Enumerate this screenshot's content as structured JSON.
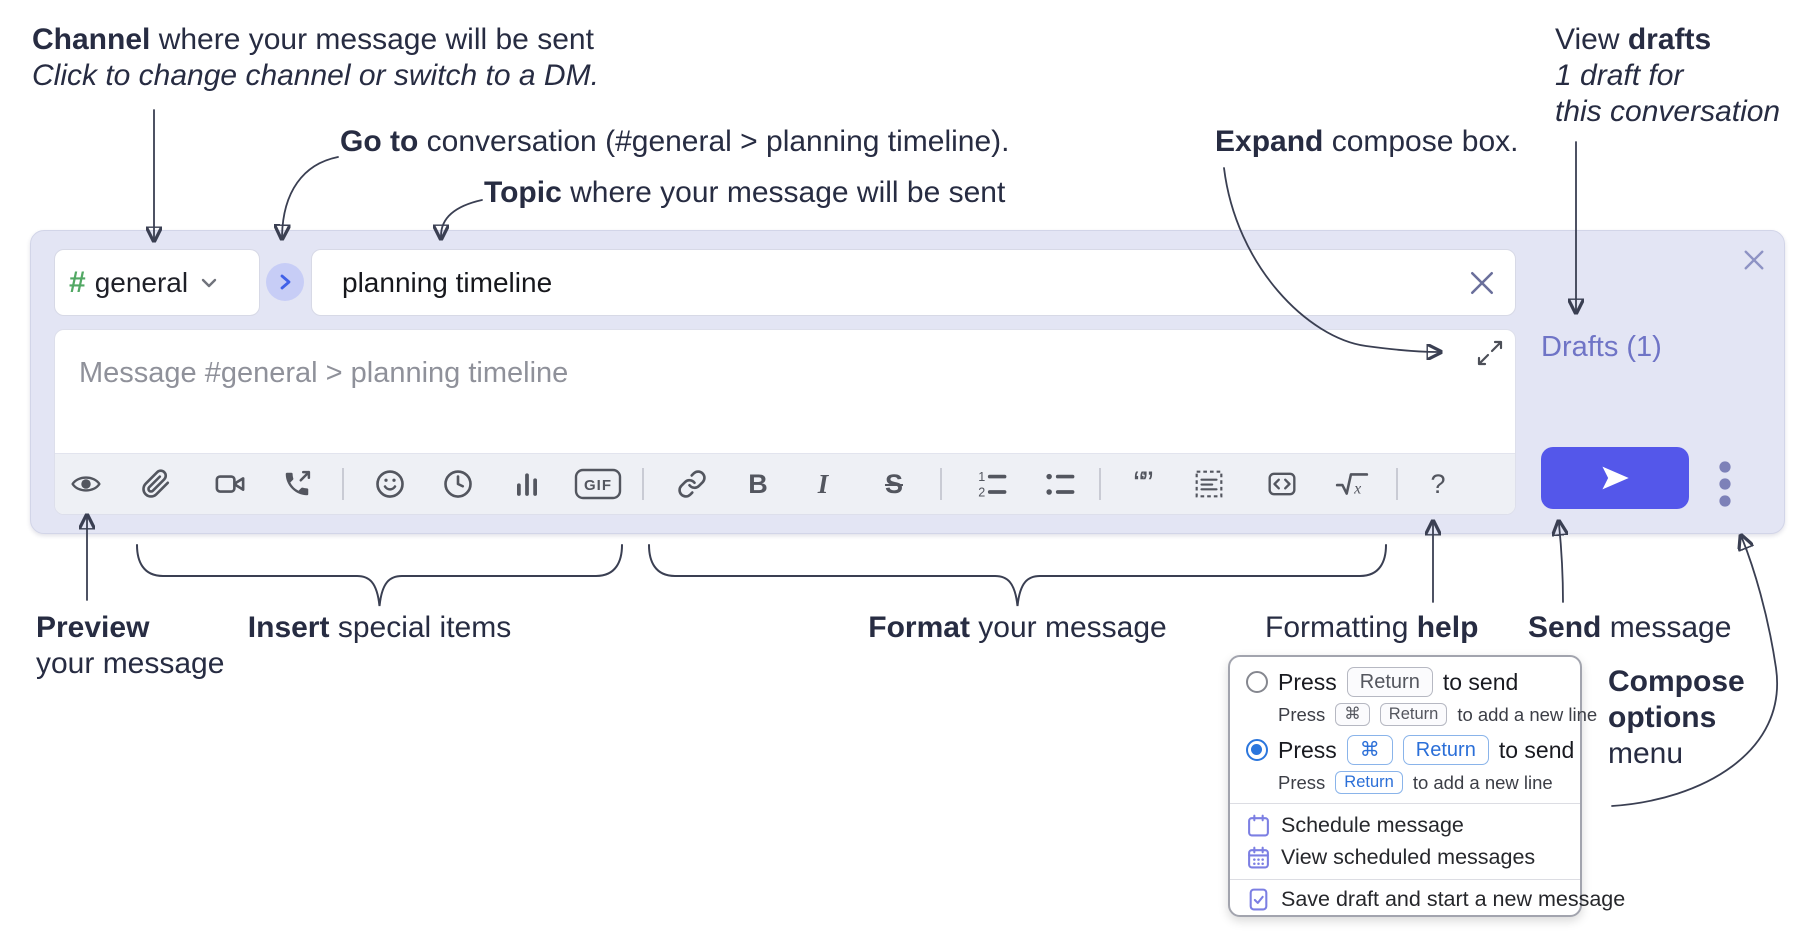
{
  "annotations": {
    "channel": {
      "bold": "Channel",
      "rest": " where your message will be sent",
      "line2": "Click to change channel or switch to a DM."
    },
    "goto": {
      "bold": "Go to",
      "rest": " conversation (#general > planning timeline)."
    },
    "topic": {
      "bold": "Topic",
      "rest": " where your message will be sent"
    },
    "expand": {
      "bold": "Expand",
      "rest": " compose box."
    },
    "view_drafts": {
      "pre": "View ",
      "bold": "drafts",
      "line2": "1 draft for",
      "line3": "this conversation"
    },
    "preview": {
      "bold": "Preview",
      "line2": "your message"
    },
    "insert": {
      "bold": "Insert",
      "rest": " special items"
    },
    "format": {
      "bold": "Format",
      "rest": " your message"
    },
    "formatting_help": {
      "pre": "Formatting ",
      "bold": "help"
    },
    "send": {
      "bold": "Send",
      "rest": " message"
    },
    "compose_options": {
      "line1": "Compose",
      "line2": "options",
      "line3": "menu"
    }
  },
  "composer": {
    "channel_hash": "#",
    "channel_name": "general",
    "topic_value": "planning timeline",
    "message_placeholder": "Message #general > planning timeline",
    "drafts_label": "Drafts (1)"
  },
  "toolbar": {
    "gif_label": "GIF",
    "bold_label": "B",
    "italic_label": "I",
    "strike_label": "S",
    "quote_label": "“”",
    "help_label": "?",
    "icons": [
      "preview-eye",
      "attach-file",
      "record-video-clip",
      "record-audio-clip",
      "emoji",
      "recent",
      "poll",
      "gif",
      "link",
      "bold",
      "italic",
      "strikethrough",
      "ordered-list",
      "bulleted-list",
      "blockquote",
      "code-block",
      "inline-code",
      "formula",
      "formatting-help"
    ]
  },
  "popup": {
    "press": "Press",
    "to_send": "to send",
    "to_new_line": "to add a new line",
    "return_key": "Return",
    "cmd_key": "⌘",
    "items": [
      "Schedule message",
      "View scheduled messages",
      "Save draft and start a new message"
    ]
  },
  "colors": {
    "container_bg": "#e3e5f4",
    "send_button": "#5457ea",
    "drafts_link": "#6f74c6",
    "channel_hash_green": "#52a864",
    "goto_circle_bg": "#c7cdf6",
    "goto_chevron_blue": "#4161e8",
    "selected_radio_blue": "#2b76dd",
    "menu_icon_purple": "#7c7fe3",
    "annotation_text": "#272c42",
    "toolbar_icon_gray": "#53565f"
  }
}
